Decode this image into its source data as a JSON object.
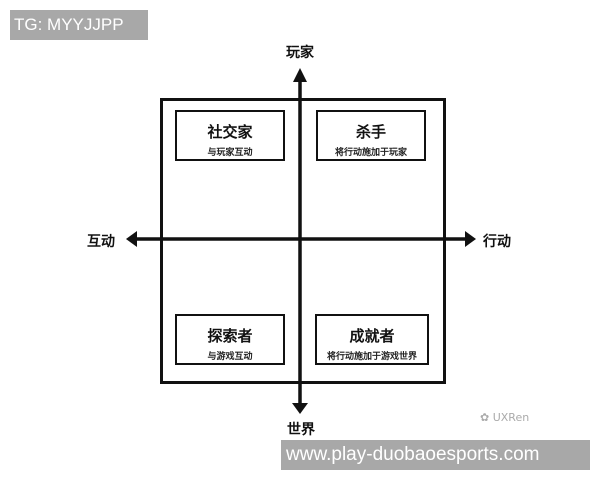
{
  "watermark_top": "TG: MYYJJPP",
  "watermark_bottom": "www.play-duobaoesports.com",
  "source_mark": "UXRen",
  "axes": {
    "top": "玩家",
    "bottom": "世界",
    "left": "互动",
    "right": "行动"
  },
  "quadrants": [
    {
      "title": "社交家",
      "desc": "与玩家互动"
    },
    {
      "title": "杀手",
      "desc": "将行动施加于玩家"
    },
    {
      "title": "探索者",
      "desc": "与游戏互动"
    },
    {
      "title": "成就者",
      "desc": "将行动施加于游戏世界"
    }
  ]
}
